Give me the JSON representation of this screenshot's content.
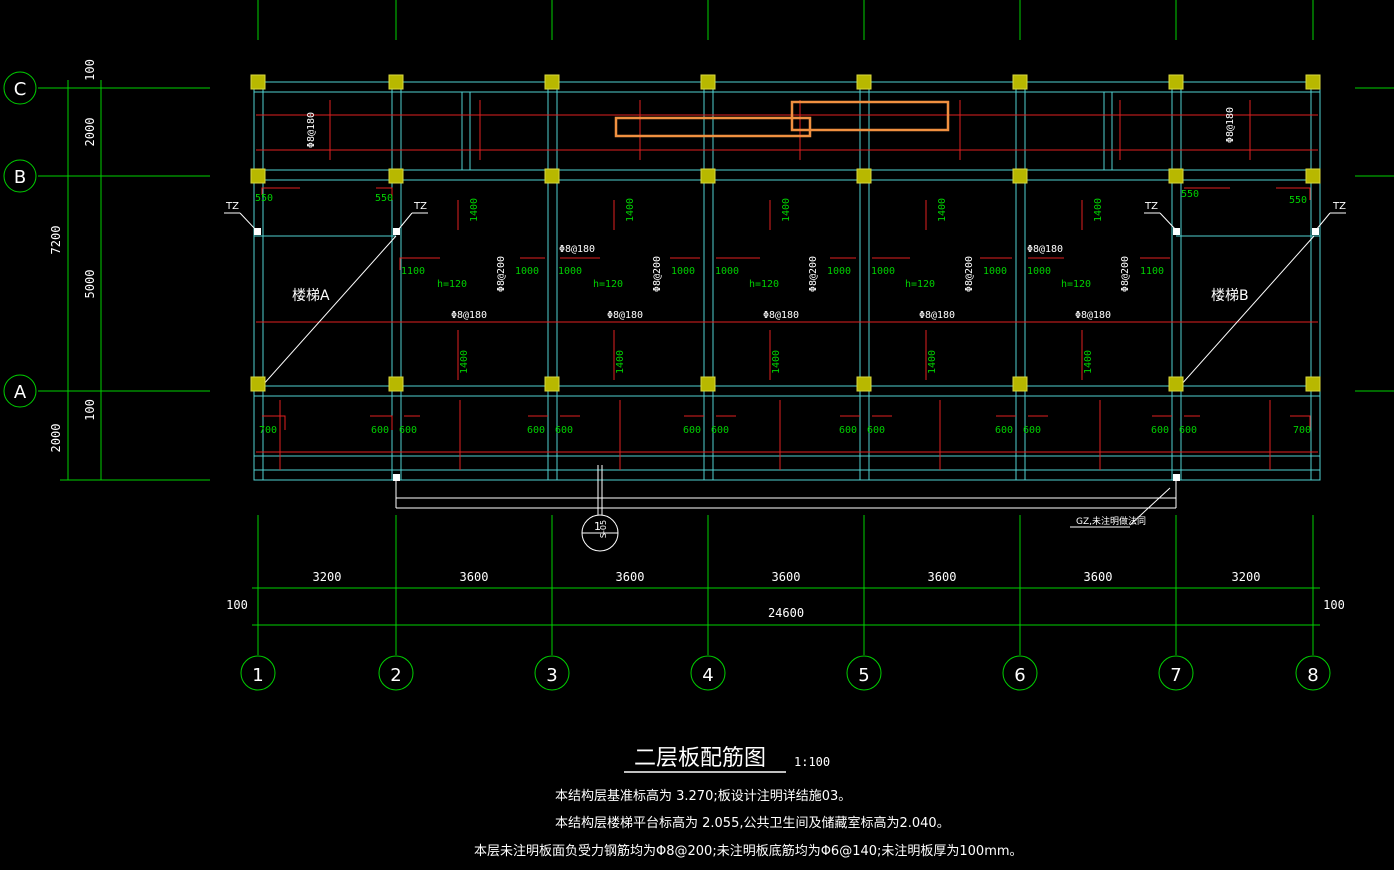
{
  "drawing": {
    "title": "二层板配筋图",
    "scale": "1:100",
    "notes": [
      "本结构层基准标高为 3.270;板设计注明详结施03。",
      "本结构层楼梯平台标高为 2.055,公共卫生间及储藏室标高为2.040。",
      "本层未注明板面负受力钢筋均为Φ8@200;未注明板底筋均为Φ6@140;未注明板厚为100mm。"
    ]
  },
  "axes": {
    "rows": [
      "C",
      "B",
      "A"
    ],
    "cols": [
      "1",
      "2",
      "3",
      "4",
      "5",
      "6",
      "7",
      "8"
    ]
  },
  "dimensions": {
    "bay_spans": [
      "3200",
      "3600",
      "3600",
      "3600",
      "3600",
      "3600",
      "3200"
    ],
    "total": "24600",
    "edge_left": "100",
    "edge_right": "100",
    "left_side": [
      "100",
      "2000",
      "7200",
      "5000",
      "100",
      "2000"
    ]
  },
  "labels": {
    "stair_a": "楼梯A",
    "stair_b": "楼梯B",
    "tz": "TZ",
    "gz": "GZ,未注明做法同",
    "section_num": "1",
    "section_sheet": "S-05",
    "slab_h": "h=120",
    "rebar_180": "Φ8@180",
    "rebar_200": "Φ8@200",
    "top_left_rebar": "Φ8@180",
    "top_right_rebar": "Φ8@180",
    "d550": "550",
    "d1400": "1400",
    "d1100": "1100",
    "d1000": "1000",
    "d600": "600",
    "d700": "700"
  }
}
